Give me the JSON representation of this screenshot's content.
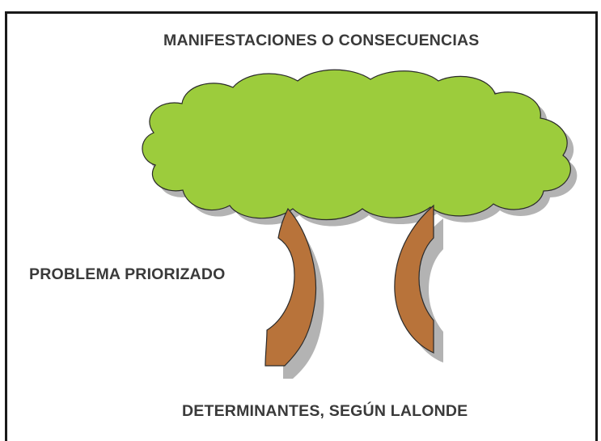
{
  "labels": {
    "top": "MANIFESTACIONES O CONSECUENCIAS",
    "middle": "PROBLEMA PRIORIZADO",
    "bottom": "DETERMINANTES, SEGÚN LALONDE"
  },
  "colors": {
    "canopy": "#9ccc3c",
    "trunk": "#b8733a",
    "shadow": "#b3b3b3",
    "outline": "#2a2a2a",
    "text": "#3a3a3a"
  }
}
